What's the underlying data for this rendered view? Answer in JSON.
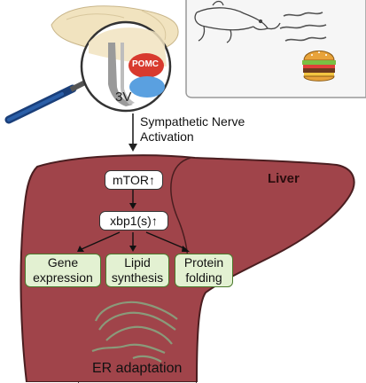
{
  "panel": {
    "region_label": "3V",
    "neuron_label": "POMC",
    "signal_label_line1": "Sympathetic Nerve",
    "signal_label_line2": "Activation"
  },
  "liver": {
    "label": "Liver",
    "mtor_label": "mTOR",
    "mtor_arrow": "↑",
    "xbp1_label": "xbp1(s)",
    "xbp1_arrow": "↑",
    "outputs": [
      {
        "line1": "Gene",
        "line2": "expression"
      },
      {
        "line1": "Lipid",
        "line2": "synthesis"
      },
      {
        "line1": "Protein",
        "line2": "folding"
      }
    ],
    "er_label": "ER adaptation"
  },
  "colors": {
    "liver_fill": "#a0444a",
    "liver_stroke": "#4a1e20",
    "pomc": "#d83a2e",
    "blue_nucleus": "#5aa0e0",
    "brain": "#f1e3bf",
    "green_box": "#e3f1d2"
  },
  "icons": [
    "magnifier-icon",
    "mouse-icon",
    "burger-icon",
    "scent-lines-icon",
    "er-membrane-icon"
  ]
}
